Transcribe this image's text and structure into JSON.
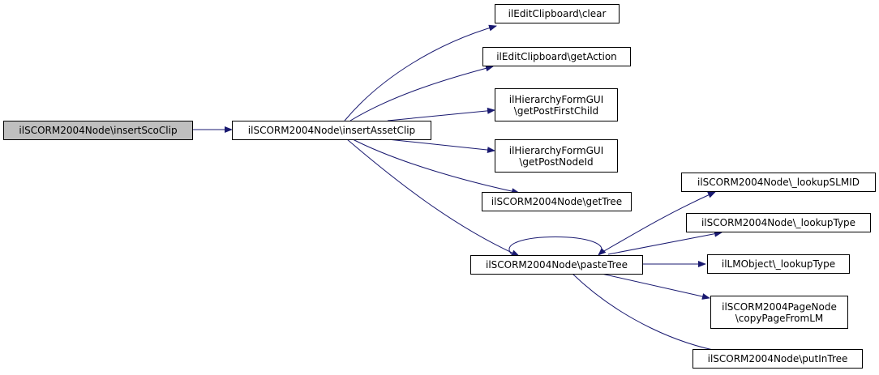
{
  "colors": {
    "edge": "#191970",
    "root_fill": "#bfbfbf",
    "node_fill": "#ffffff",
    "border": "#000000"
  },
  "nodes": {
    "insertScoClip": {
      "line1": "ilSCORM2004Node\\insertScoClip"
    },
    "insertAssetClip": {
      "line1": "ilSCORM2004Node\\insertAssetClip"
    },
    "clear": {
      "line1": "ilEditClipboard\\clear"
    },
    "getAction": {
      "line1": "ilEditClipboard\\getAction"
    },
    "getPostFirstChild": {
      "line1": "ilHierarchyFormGUI",
      "line2": "\\getPostFirstChild"
    },
    "getPostNodeId": {
      "line1": "ilHierarchyFormGUI",
      "line2": "\\getPostNodeId"
    },
    "getTree": {
      "line1": "ilSCORM2004Node\\getTree"
    },
    "pasteTree": {
      "line1": "ilSCORM2004Node\\pasteTree"
    },
    "lookupSLMID": {
      "line1": "ilSCORM2004Node\\_lookupSLMID"
    },
    "lookupType": {
      "line1": "ilSCORM2004Node\\_lookupType"
    },
    "lmLookupType": {
      "line1": "ilLMObject\\_lookupType"
    },
    "copyPageFromLM": {
      "line1": "ilSCORM2004PageNode",
      "line2": "\\copyPageFromLM"
    },
    "putInTree": {
      "line1": "ilSCORM2004Node\\putInTree"
    }
  }
}
